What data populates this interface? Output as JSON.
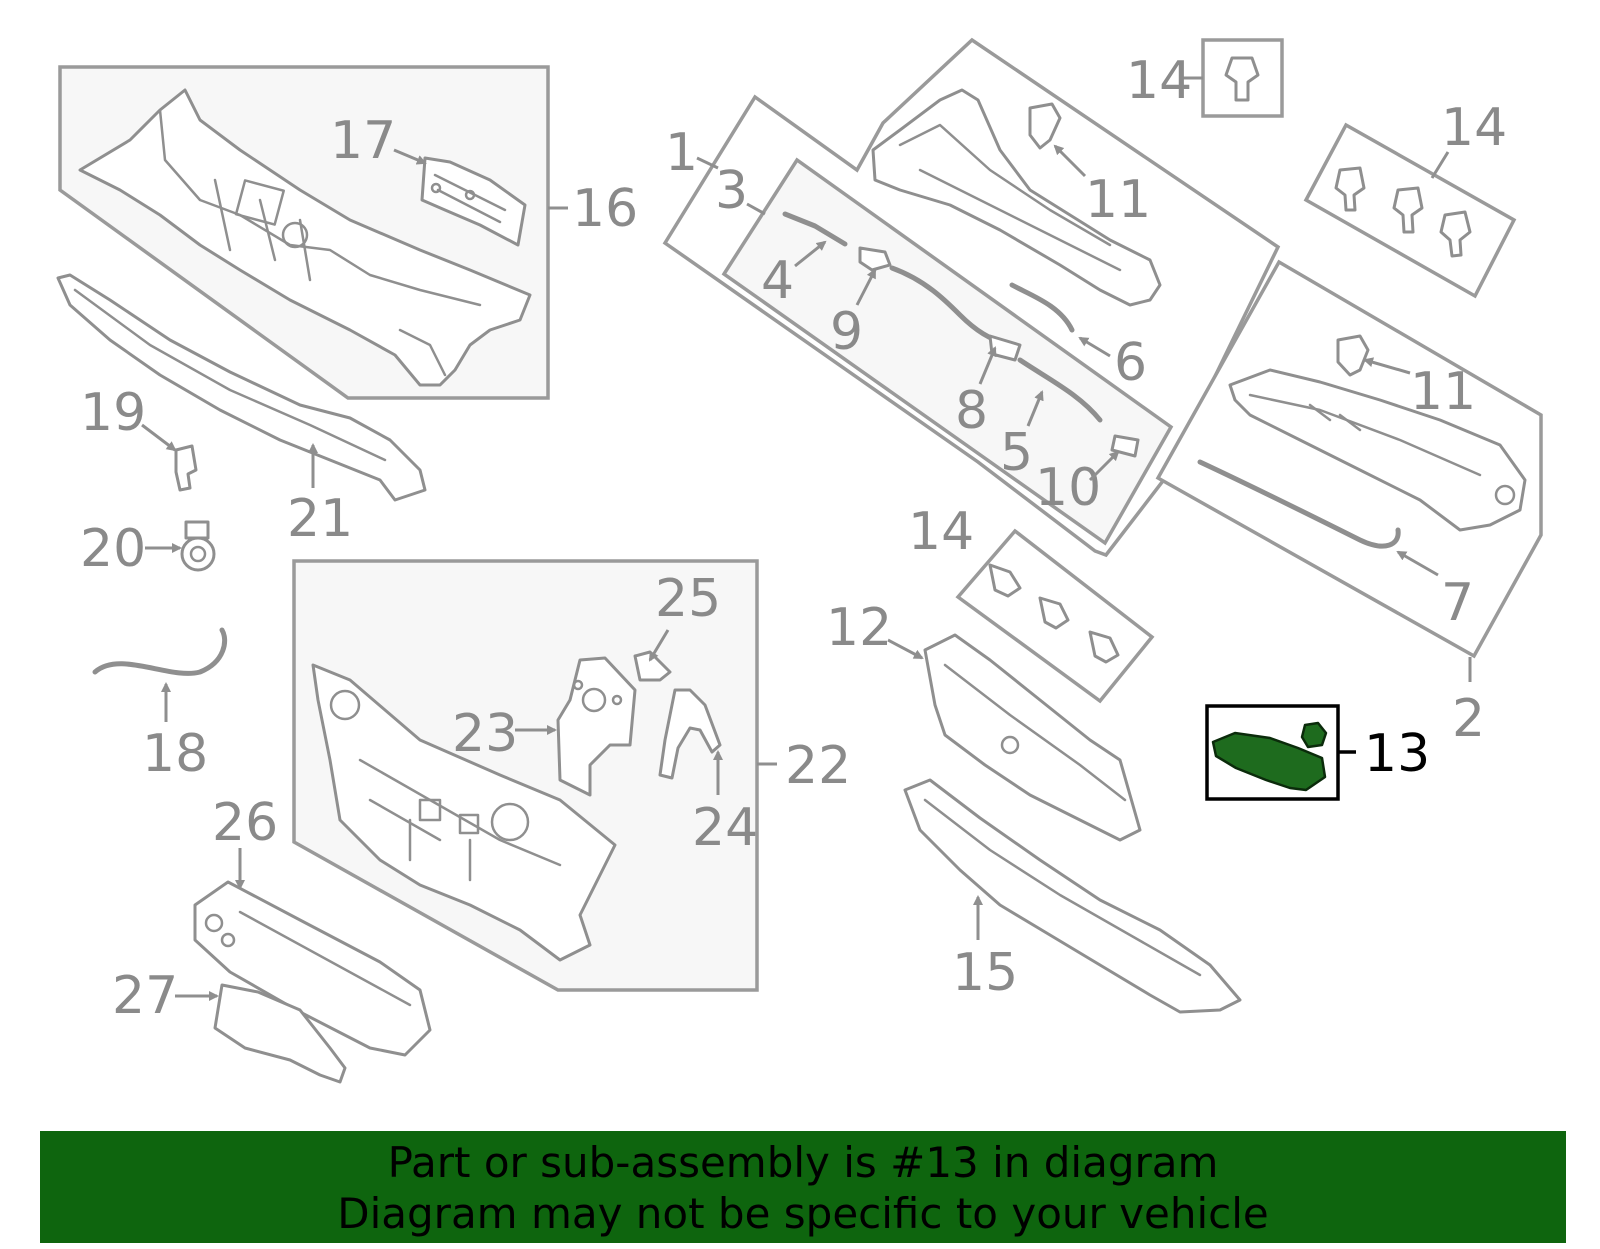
{
  "callouts": {
    "c1": "1",
    "c2": "2",
    "c3": "3",
    "c4": "4",
    "c5": "5",
    "c6": "6",
    "c7": "7",
    "c8": "8",
    "c9": "9",
    "c10": "10",
    "c11a": "11",
    "c11b": "11",
    "c12": "12",
    "c13": "13",
    "c14a": "14",
    "c14b": "14",
    "c14c": "14",
    "c15": "15",
    "c16": "16",
    "c17": "17",
    "c18": "18",
    "c19": "19",
    "c20": "20",
    "c21": "21",
    "c22": "22",
    "c23": "23",
    "c24": "24",
    "c25": "25",
    "c26": "26",
    "c27": "27"
  },
  "highlight": {
    "part_number": "13",
    "color": "#1e6b1e"
  },
  "banner": {
    "line1": "Part or sub-assembly is #13 in diagram",
    "line2": "Diagram may not be specific to your vehicle",
    "background": "#0e650e"
  }
}
